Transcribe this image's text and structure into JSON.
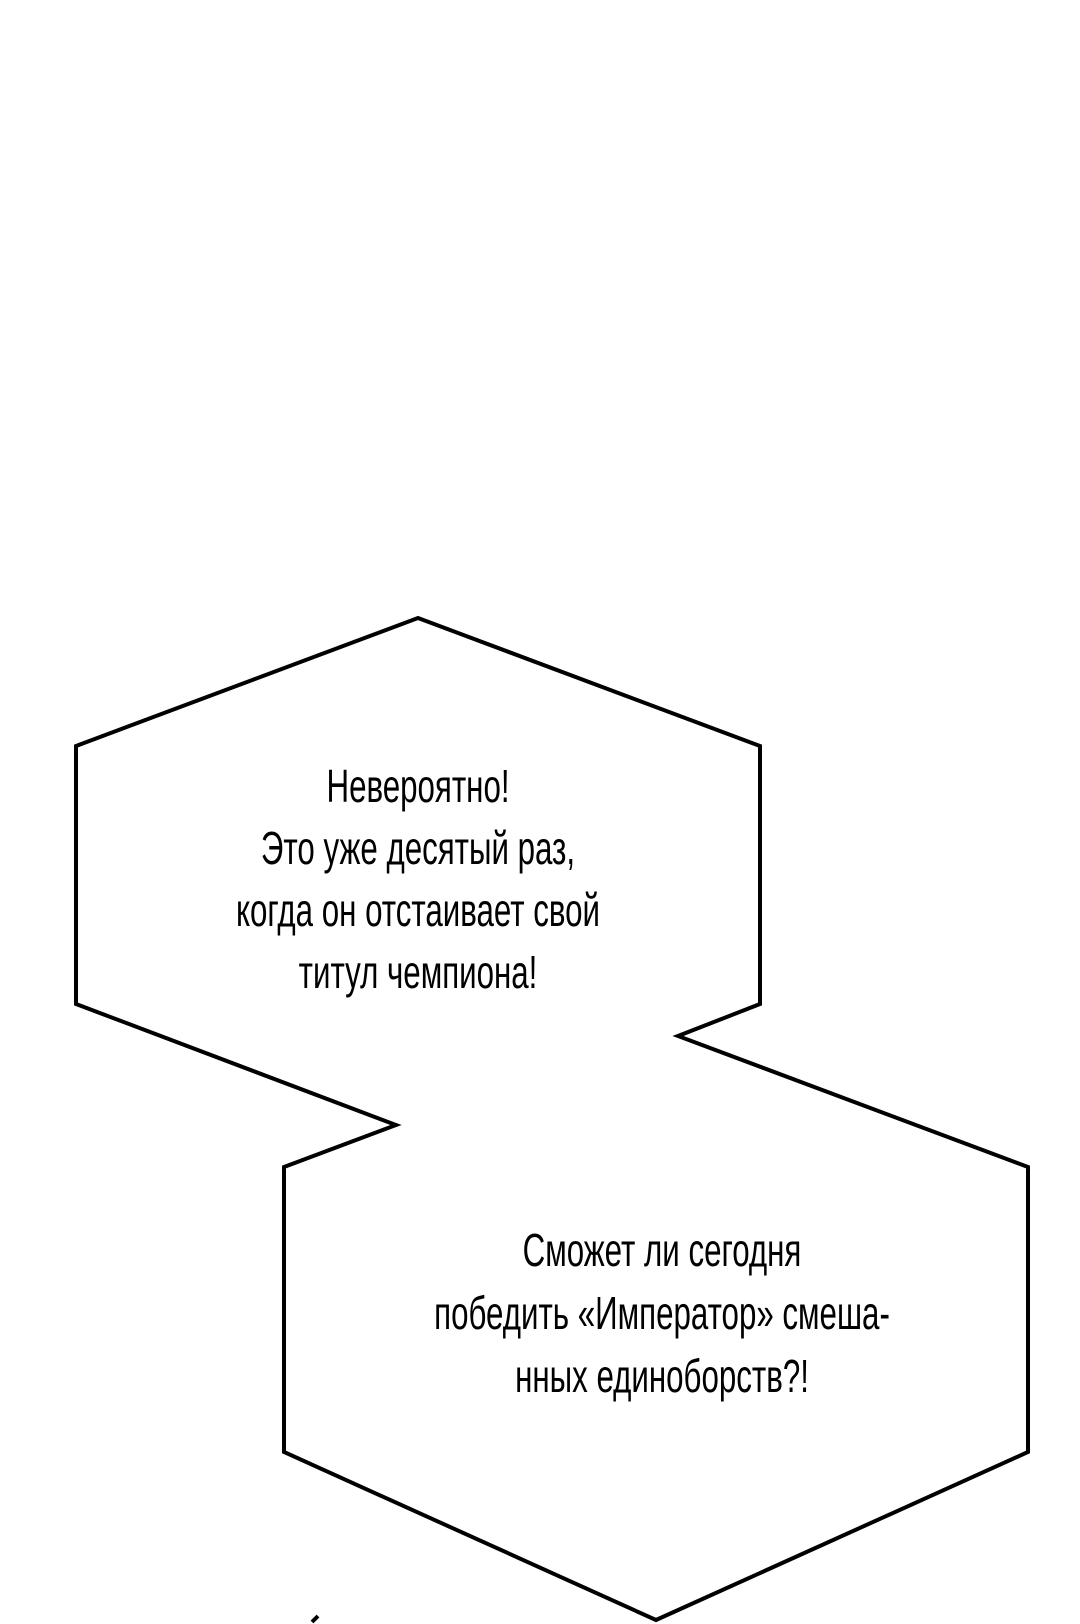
{
  "bubbles": [
    {
      "lines": [
        "Невероятно!",
        "Это уже десятый раз,",
        "когда он отстаивает свой",
        "титул чемпиона!"
      ]
    },
    {
      "lines": [
        "Сможет ли сегодня",
        "победить «Император» смеша-",
        "нных единоборств?!"
      ]
    }
  ],
  "colors": {
    "background": "#ffffff",
    "ink": "#000000"
  }
}
